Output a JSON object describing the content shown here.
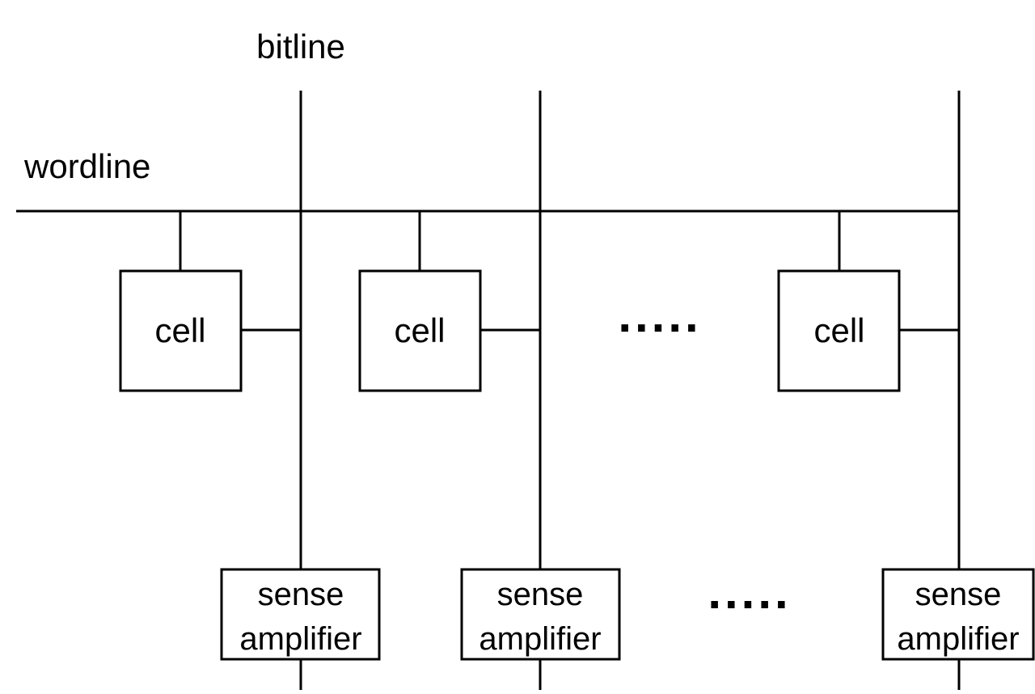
{
  "labels": {
    "bitline": "bitline",
    "wordline": "wordline"
  },
  "cells": [
    {
      "label": "cell"
    },
    {
      "label": "cell"
    },
    {
      "label": "cell"
    }
  ],
  "sense_amplifiers": [
    {
      "line1": "sense",
      "line2": "amplifier"
    },
    {
      "line1": "sense",
      "line2": "amplifier"
    },
    {
      "line1": "sense",
      "line2": "amplifier"
    }
  ],
  "ellipsis": {
    "cells": ".....",
    "amplifiers": "....."
  }
}
